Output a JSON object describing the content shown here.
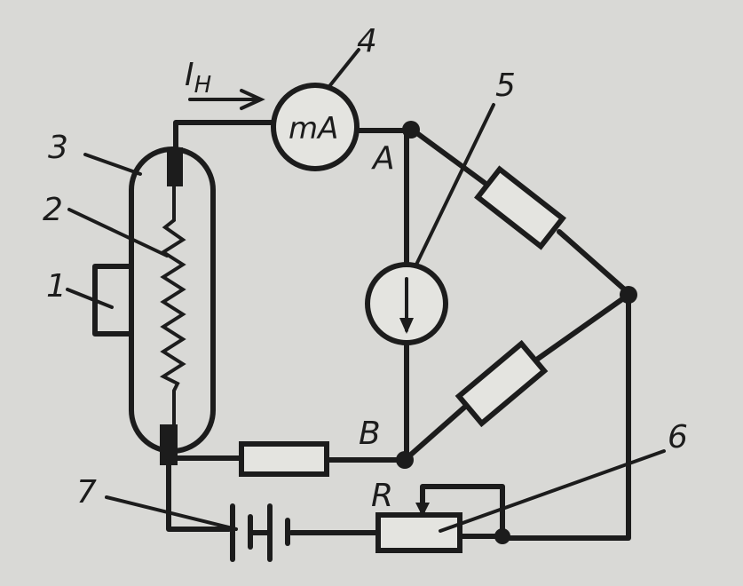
{
  "labels": {
    "current": "I",
    "current_sub": "H",
    "meter": "mA",
    "node_a": "A",
    "node_b": "B",
    "resistor_r": "R",
    "n1": "1",
    "n2": "2",
    "n3": "3",
    "n4": "4",
    "n5": "5",
    "n6": "6",
    "n7": "7"
  }
}
